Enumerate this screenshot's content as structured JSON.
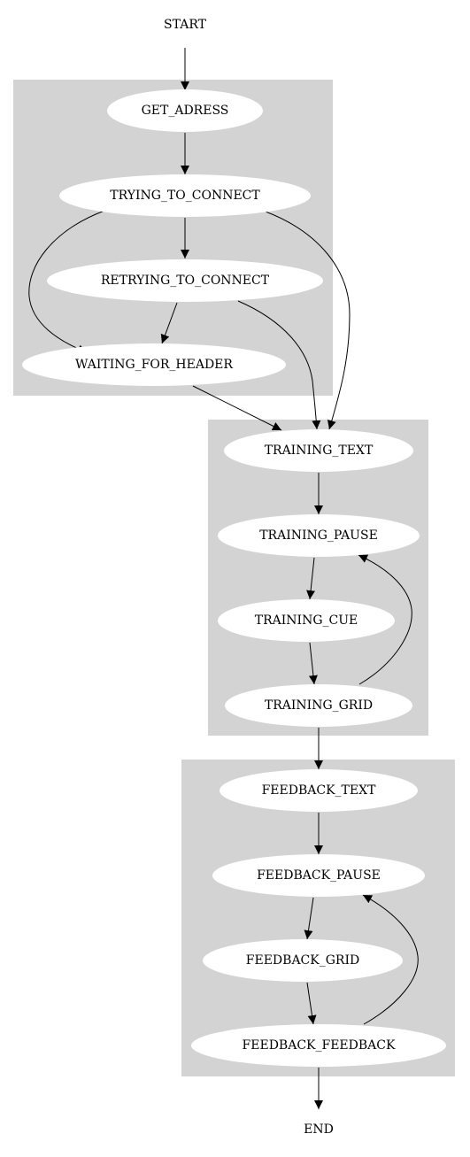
{
  "diagram": {
    "start_label": "START",
    "end_label": "END",
    "nodes": {
      "get_adress": "GET_ADRESS",
      "trying_to_connect": "TRYING_TO_CONNECT",
      "retrying_to_connect": "RETRYING_TO_CONNECT",
      "waiting_for_header": "WAITING_FOR_HEADER",
      "training_text": "TRAINING_TEXT",
      "training_pause": "TRAINING_PAUSE",
      "training_cue": "TRAINING_CUE",
      "training_grid": "TRAINING_GRID",
      "feedback_text": "FEEDBACK_TEXT",
      "feedback_pause": "FEEDBACK_PAUSE",
      "feedback_grid": "FEEDBACK_GRID",
      "feedback_feedback": "FEEDBACK_FEEDBACK"
    },
    "colors": {
      "cluster_fill": "#d3d3d3",
      "node_fill": "#ffffff",
      "edge": "#000000",
      "background": "#ffffff"
    },
    "edges": [
      {
        "from": "START",
        "to": "GET_ADRESS"
      },
      {
        "from": "GET_ADRESS",
        "to": "TRYING_TO_CONNECT"
      },
      {
        "from": "TRYING_TO_CONNECT",
        "to": "RETRYING_TO_CONNECT"
      },
      {
        "from": "TRYING_TO_CONNECT",
        "to": "WAITING_FOR_HEADER"
      },
      {
        "from": "TRYING_TO_CONNECT",
        "to": "TRAINING_TEXT"
      },
      {
        "from": "RETRYING_TO_CONNECT",
        "to": "WAITING_FOR_HEADER"
      },
      {
        "from": "RETRYING_TO_CONNECT",
        "to": "TRAINING_TEXT"
      },
      {
        "from": "WAITING_FOR_HEADER",
        "to": "TRAINING_TEXT"
      },
      {
        "from": "TRAINING_TEXT",
        "to": "TRAINING_PAUSE"
      },
      {
        "from": "TRAINING_PAUSE",
        "to": "TRAINING_CUE"
      },
      {
        "from": "TRAINING_CUE",
        "to": "TRAINING_GRID"
      },
      {
        "from": "TRAINING_GRID",
        "to": "TRAINING_PAUSE"
      },
      {
        "from": "TRAINING_GRID",
        "to": "FEEDBACK_TEXT"
      },
      {
        "from": "FEEDBACK_TEXT",
        "to": "FEEDBACK_PAUSE"
      },
      {
        "from": "FEEDBACK_PAUSE",
        "to": "FEEDBACK_GRID"
      },
      {
        "from": "FEEDBACK_GRID",
        "to": "FEEDBACK_FEEDBACK"
      },
      {
        "from": "FEEDBACK_FEEDBACK",
        "to": "FEEDBACK_PAUSE"
      },
      {
        "from": "FEEDBACK_FEEDBACK",
        "to": "END"
      }
    ]
  }
}
